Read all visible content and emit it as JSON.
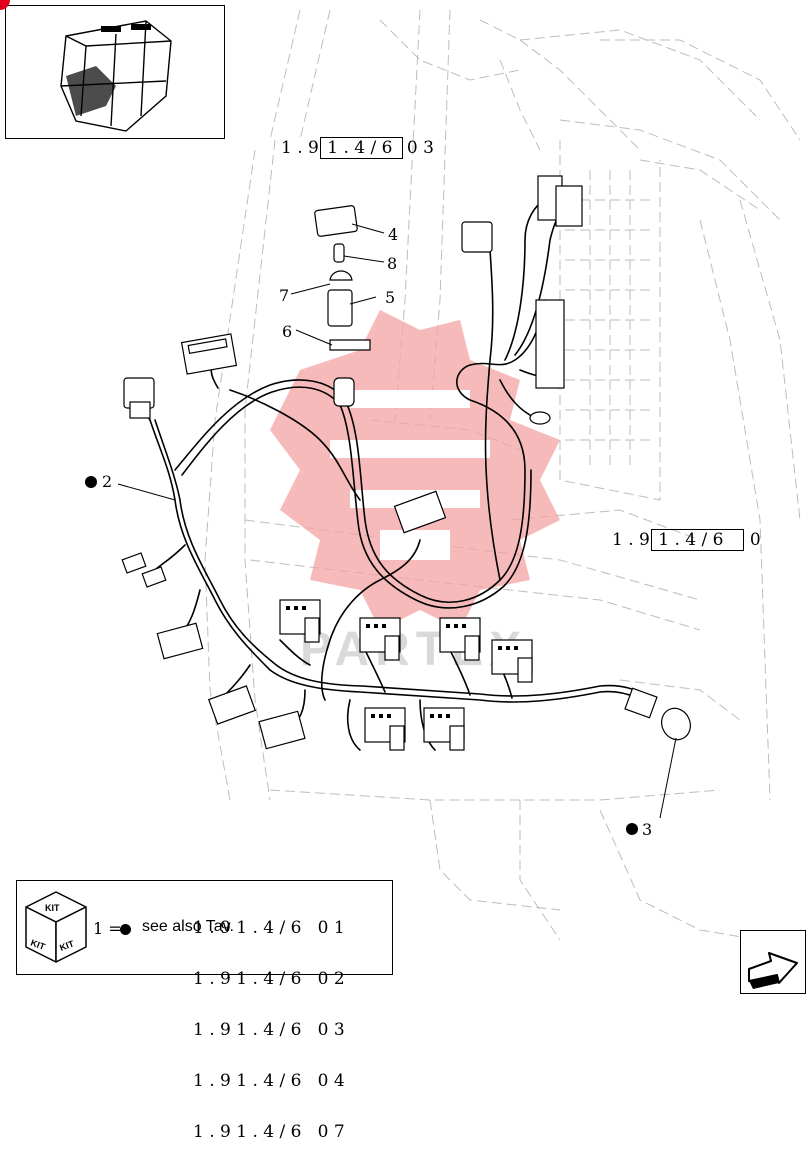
{
  "refs": {
    "top": {
      "prefix": "1 . 9",
      "boxed": "1 . 4 / 6",
      "suffix": "0 3"
    },
    "right": {
      "prefix": "1 . 9",
      "boxed": "1 . 4 / 6",
      "suffix": "0"
    }
  },
  "callouts": {
    "c4": "4",
    "c8": "8",
    "c7": "7",
    "c5": "5",
    "c6": "6",
    "c2": "2",
    "c3": "3"
  },
  "kit": {
    "icon_label_top": "KIT",
    "icon_label_left": "KIT",
    "icon_label_right": "KIT",
    "legend_prefix": "1 =",
    "legend_text": "see also Tav.",
    "refs": [
      "1 . 9 1 . 4 / 6   0 1",
      "1 . 9 1 . 4 / 6   0 2",
      "1 . 9 1 . 4 / 6   0 3",
      "1 . 9 1 . 4 / 6   0 4",
      "1 . 9 1 . 4 / 6   0 7"
    ]
  },
  "watermark": "PARTEX",
  "icons": {
    "thumbnail": "cab-thumbnail-icon",
    "navigate": "next-page-arrow-icon"
  },
  "colors": {
    "line": "#000000",
    "phantom": "#b9b9b9",
    "watermark": "#f2a0a0",
    "marker": "#e0001b"
  }
}
